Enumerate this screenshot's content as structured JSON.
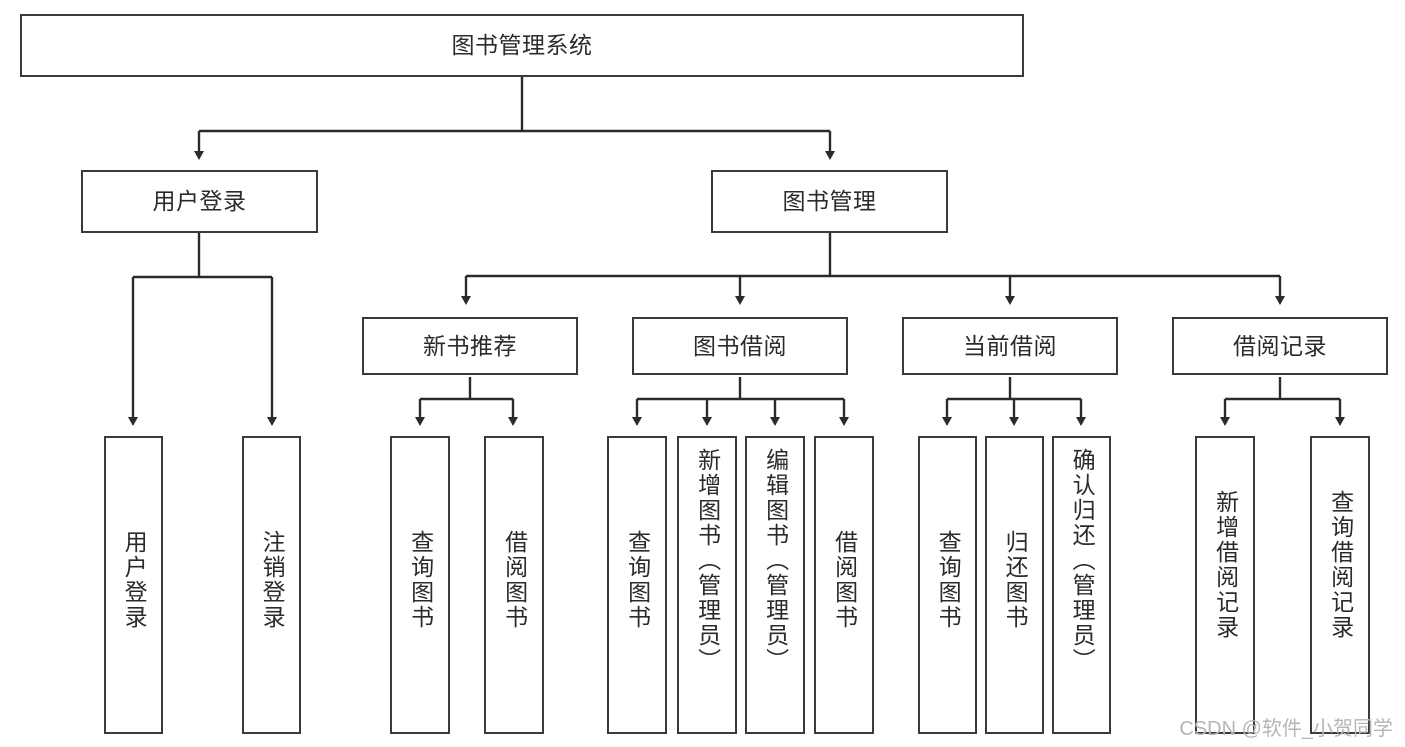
{
  "diagram": {
    "title": "图书管理系统",
    "type": "tree-hierarchy-diagram",
    "colors": {
      "box_border": "#3a3a3a",
      "box_fill": "#ffffff",
      "edge": "#2b2b2b",
      "text": "#2b2b2b",
      "watermark": "#b6b6b6"
    },
    "root": {
      "label": "图书管理系统"
    },
    "level2": [
      {
        "label": "用户登录"
      },
      {
        "label": "图书管理"
      }
    ],
    "level3": [
      {
        "label": "新书推荐"
      },
      {
        "label": "图书借阅"
      },
      {
        "label": "当前借阅"
      },
      {
        "label": "借阅记录"
      }
    ],
    "leaves": {
      "user_login": [
        {
          "label": "用户登录"
        },
        {
          "label": "注销登录"
        }
      ],
      "new_book_recommend": [
        {
          "label": "查询图书"
        },
        {
          "label": "借阅图书"
        }
      ],
      "book_borrow": [
        {
          "label": "查询图书"
        },
        {
          "label": "新增图书（管理员）"
        },
        {
          "label": "编辑图书（管理员）"
        },
        {
          "label": "借阅图书"
        }
      ],
      "current_borrow": [
        {
          "label": "查询图书"
        },
        {
          "label": "归还图书"
        },
        {
          "label": "确认归还（管理员）"
        }
      ],
      "borrow_record": [
        {
          "label": "新增借阅记录"
        },
        {
          "label": "查询借阅记录"
        }
      ]
    }
  },
  "watermark": {
    "text": "CSDN @软件_小贺同学"
  }
}
